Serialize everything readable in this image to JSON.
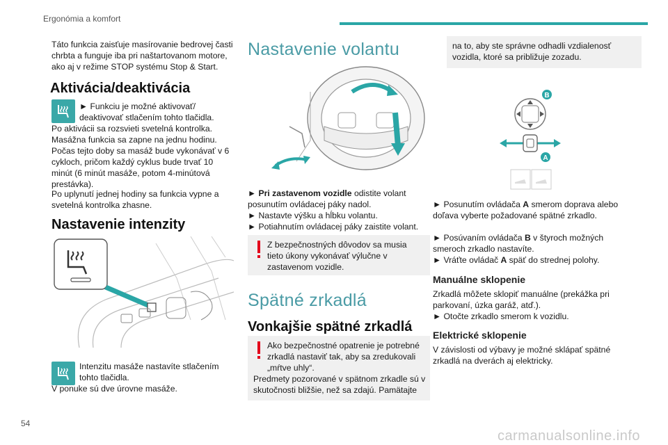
{
  "header": {
    "title": "Ergonómia a komfort"
  },
  "page_number": "54",
  "watermark": "carmanualsonline.info",
  "col1": {
    "intro": "Táto funkcia zaisťuje masírovanie bedrovej časti chrbta a funguje iba pri naštartovanom motore, ako aj v režime STOP systému Stop & Start.",
    "h_activation": "Aktivácia/deaktivácia",
    "activation_bullet": "► Funkciu je možné aktivovať/ deaktivovať stlačením tohto tlačidla.",
    "activation_text": "Po aktivácii sa rozsvieti svetelná kontrolka. Masážna funkcia sa zapne na jednu hodinu. Počas tejto doby sa masáž bude vykonávať v 6 cykloch, pričom každý cyklus bude trvať 10 minút (6 minút masáže, potom 4-minútová prestávka).",
    "activation_text2": "Po uplynutí jednej hodiny sa funkcia vypne a svetelná kontrolka zhasne.",
    "h_intensity": "Nastavenie intenzity",
    "intensity_text1": "Intenzitu masáže nastavíte stlačením tohto tlačidla.",
    "intensity_text2": "V ponuke sú dve úrovne masáže."
  },
  "col2": {
    "h_steering": "Nastavenie volantu",
    "steer_b1_bold": "Pri zastavenom vozidle",
    "steer_b1_rest": " odistite volant posunutím ovládacej páky nadol.",
    "steer_b2": "► Nastavte výšku a hĺbku volantu.",
    "steer_b3": "► Potiahnutím ovládacej páky zaistite volant.",
    "warn1": "Z bezpečnostných dôvodov sa musia tieto úkony vykonávať výlučne v zastavenom vozidle.",
    "h_mirrors": "Spätné zrkadlá",
    "h_ext_mirrors": "Vonkajšie spätné zrkadlá",
    "warn2": "Ako bezpečnostné opatrenie je potrebné zrkadlá nastaviť tak, aby sa zredukovali „mŕtve uhly“.",
    "warn2_cont": "Predmety pozorované v spätnom zrkadle sú v skutočnosti bližšie, než sa zdajú. Pamätajte"
  },
  "col3": {
    "box_text": "na to, aby ste správne odhadli vzdialenosť vozidla, ktoré sa približuje zozadu.",
    "label_b": "B",
    "label_a": "A",
    "b1_pre": "► Posunutím ovládača ",
    "b1_key": "A",
    "b1_post": " smerom doprava alebo doľava vyberte požadované spätné zrkadlo.",
    "b2_pre": "► Posúvaním ovládača ",
    "b2_key": "B",
    "b2_post": " v štyroch možných smeroch zrkadlo nastavíte.",
    "b3_pre": "► Vráťte ovládač ",
    "b3_key": "A",
    "b3_post": " späť do strednej polohy.",
    "h_manual": "Manuálne sklopenie",
    "manual_text": "Zrkadlá môžete sklopiť manuálne (prekážka pri parkovaní, úzka garáž, atď.).",
    "manual_bullet": "► Otočte zrkadlo smerom k vozidlu.",
    "h_electric": "Elektrické sklopenie",
    "electric_text": "V závislosti od výbavy je možné sklápať spätné zrkadlá na dverách aj elektricky."
  },
  "colors": {
    "accent": "#2aa6a6",
    "heading_teal": "#4a9ba5",
    "warn_red": "#e3001b",
    "box_bg": "#f0f0f0"
  },
  "icons": [
    "massage-seat-icon",
    "warning-exclamation-icon",
    "steering-wheel-illustration",
    "mirror-control-illustration"
  ]
}
